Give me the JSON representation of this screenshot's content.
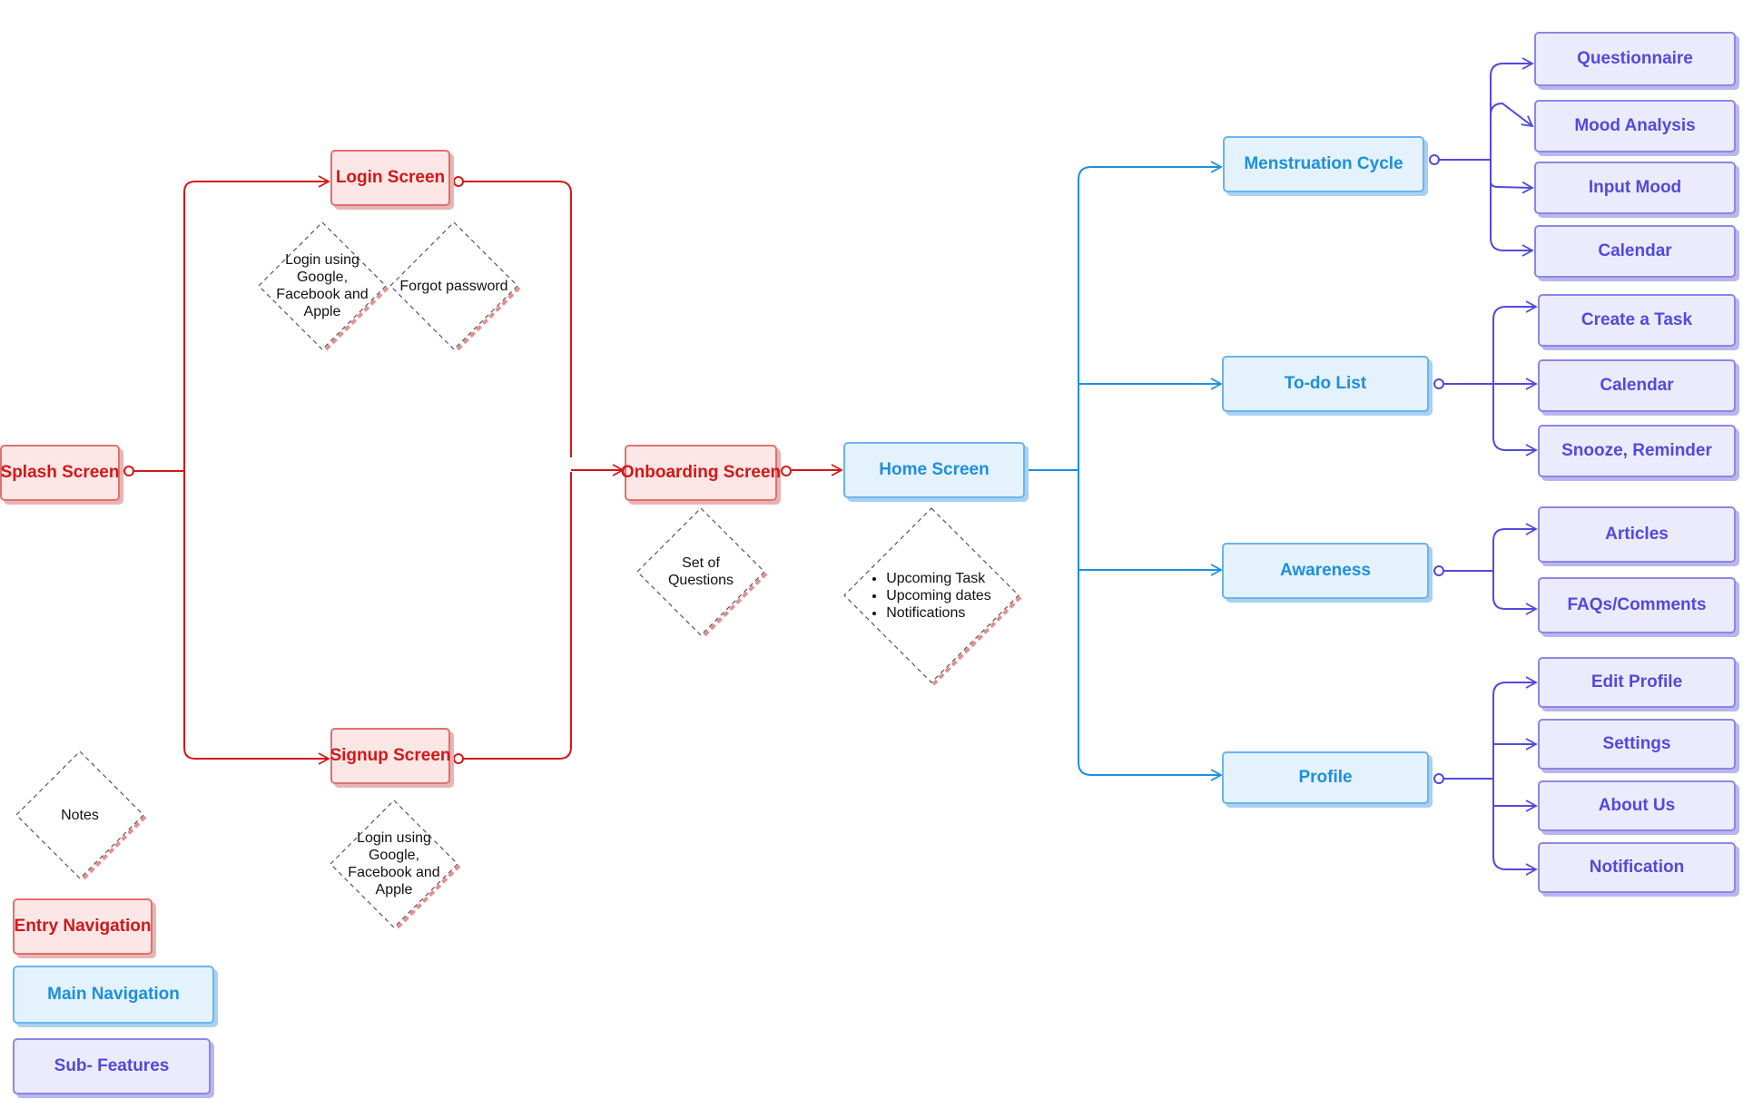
{
  "colors": {
    "entry": "#d41717",
    "main": "#1d8fdf",
    "sub": "#5249df"
  },
  "entry": {
    "splash": "Splash Screen",
    "login": "Login Screen",
    "signup": "Signup Screen",
    "onboarding": "Onboarding Screen"
  },
  "main": {
    "home": "Home Screen",
    "menstruation": "Menstruation Cycle",
    "todo": "To-do List",
    "awareness": "Awareness",
    "profile": "Profile"
  },
  "sub": {
    "menstruation": [
      "Questionnaire",
      "Mood Analysis",
      "Input Mood",
      "Calendar"
    ],
    "todo": [
      "Create a Task",
      "Calendar",
      "Snooze, Reminder"
    ],
    "awareness": [
      "Articles",
      "FAQs/Comments"
    ],
    "profile": [
      "Edit Profile",
      "Settings",
      "About Us",
      "Notification"
    ]
  },
  "notes": {
    "login_social": "Login using\nGoogle,\nFacebook and\nApple",
    "forgot_password": "Forgot password",
    "signup_social": "Login using\nGoogle,\nFacebook and\nApple",
    "onboarding": "Set of\nQuestions",
    "home": [
      "Upcoming Task",
      "Upcoming  dates",
      "Notifications"
    ]
  },
  "legend": {
    "notes": "Notes",
    "entry": "Entry Navigation",
    "main": "Main Navigation",
    "sub": "Sub- Features"
  }
}
